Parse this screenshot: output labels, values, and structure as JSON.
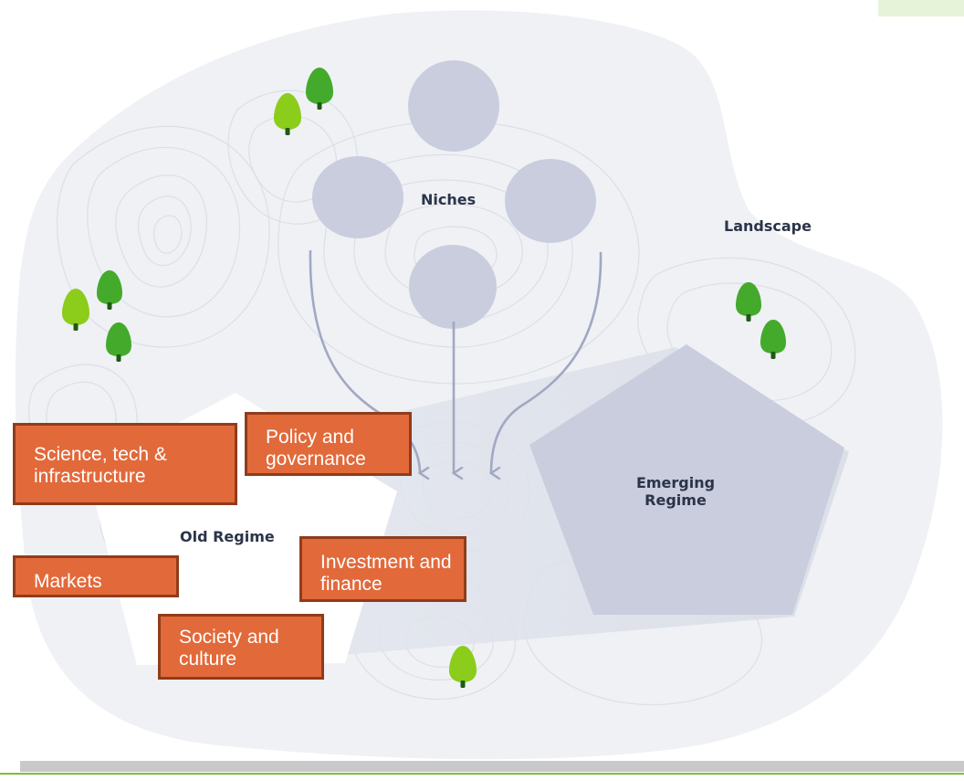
{
  "diagram": {
    "niches_label": "Niches",
    "landscape_label": "Landscape",
    "emerging_regime_label_line1": "Emerging",
    "emerging_regime_label_line2": "Regime",
    "old_regime_label": "Old Regime",
    "factors": {
      "science": "Science, tech & infrastructure",
      "policy": "Policy and governance",
      "markets": "Markets",
      "investment": "Investment and finance",
      "society": "Society and culture"
    }
  },
  "colors": {
    "landscape_fill": "#eff1f5",
    "niche_fill": "#c9cddd",
    "arrow": "#a2a8c2",
    "old_regime_fill": "#ffffff",
    "emerging_regime_fill": "#c9cddd",
    "factor_box": "#e2693a",
    "factor_border": "#8f3c1b",
    "tree_light": "#8ccc1a",
    "tree_dark": "#44aa2b"
  }
}
